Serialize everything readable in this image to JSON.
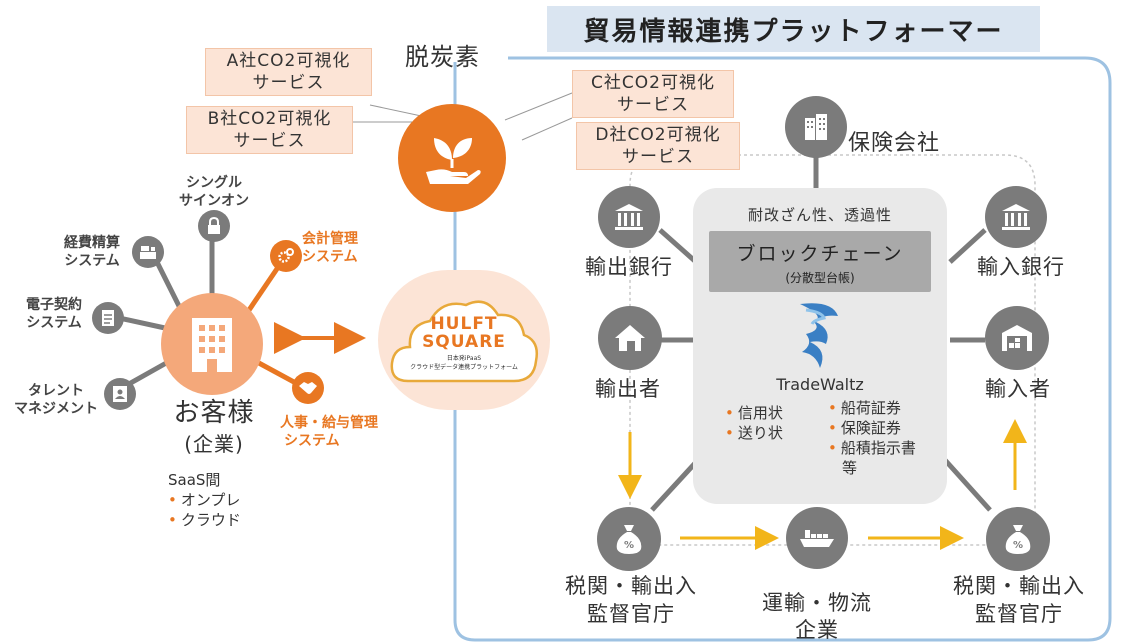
{
  "title": "貿易情報連携プラットフォーマー",
  "decarbonization": "脱炭素",
  "co2_services": [
    {
      "line1": "A社CO2可視化",
      "line2": "サービス"
    },
    {
      "line1": "B社CO2可視化",
      "line2": "サービス"
    },
    {
      "line1": "C社CO2可視化",
      "line2": "サービス"
    },
    {
      "line1": "D社CO2可視化",
      "line2": "サービス"
    }
  ],
  "customer": {
    "line1": "お客様",
    "line2": "(企業)"
  },
  "saas": {
    "heading": "SaaS間",
    "items": [
      "オンプレ",
      "クラウド"
    ]
  },
  "systems": {
    "sso": {
      "line1": "シングル",
      "line2": "サインオン"
    },
    "expense": {
      "line1": "経費精算",
      "line2": "システム"
    },
    "contract": {
      "line1": "電子契約",
      "line2": "システム"
    },
    "talent": {
      "line1": "タレント",
      "line2": "マネジメント"
    },
    "accounting": {
      "line1": "会計管理",
      "line2": "システム"
    },
    "hr": {
      "line1": "人事・給与管理",
      "line2": "システム"
    }
  },
  "hulft": {
    "line1": "HULFT",
    "line2": "SQUARE",
    "sub1": "日本発iPaaS",
    "sub2": "クラウド型データ連携プラットフォーム"
  },
  "platform": {
    "tamper": "耐改ざん性、透過性",
    "blockchain": "ブロックチェーン",
    "ledger": "(分散型台帳)",
    "brand": "TradeWaltz",
    "docs_left": [
      "信用状",
      "送り状"
    ],
    "docs_right": [
      "船荷証券",
      "保険証券",
      "船積指示書",
      "等"
    ]
  },
  "nodes": {
    "insurance": "保険会社",
    "export_bank": "輸出銀行",
    "import_bank": "輸入銀行",
    "exporter": "輸出者",
    "importer": "輸入者",
    "customs_left": {
      "line1": "税関・輸出入",
      "line2": "監督官庁"
    },
    "customs_right": {
      "line1": "税関・輸出入",
      "line2": "監督官庁"
    },
    "logistics": {
      "line1": "運輸・物流",
      "line2": "企業"
    }
  },
  "colors": {
    "orange": "#e87722",
    "gray": "#7b7b7b",
    "blue_border": "#9ec2e2",
    "title_bg": "#dae5f1",
    "peach": "#fce4d6",
    "arrow_yellow": "#f2b51a"
  },
  "icons": [
    "building-icon",
    "bank-icon",
    "house-icon",
    "warehouse-icon",
    "money-bag-icon",
    "ship-icon",
    "plant-hand-icon",
    "lock-icon",
    "gear-icon",
    "handshake-icon",
    "register-icon",
    "document-icon",
    "person-card-icon",
    "cloud-icon"
  ]
}
